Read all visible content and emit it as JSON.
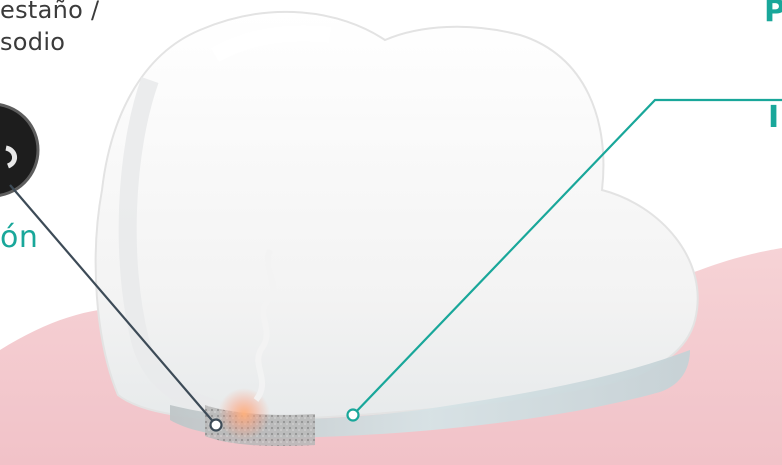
{
  "labels": {
    "left_line1": "estaño /",
    "left_line2": "sodio",
    "left_accent": "ón",
    "right_accent": "P",
    "right_partial": "I"
  },
  "colors": {
    "accent": "#19a79a",
    "text": "#3b3b3b",
    "gum": "#f4c9cf",
    "tooth": "#f3f3f3",
    "enamel_band": "#c9d9dc"
  },
  "icons": {
    "particle_circle": "black-textured-circle-icon"
  }
}
